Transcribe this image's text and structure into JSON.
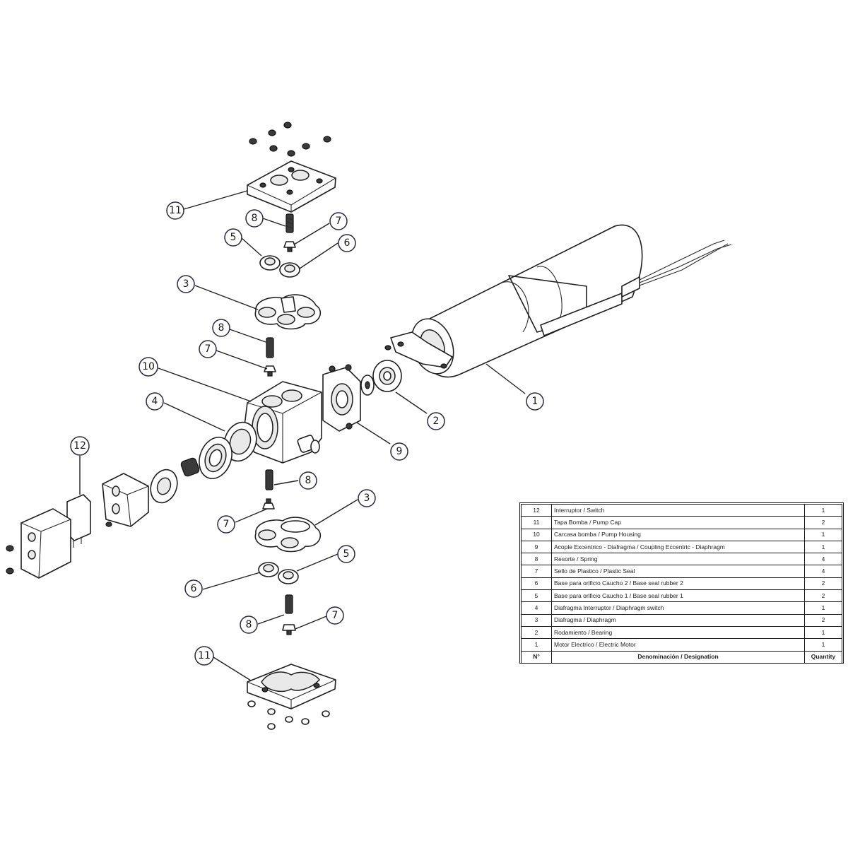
{
  "callouts": [
    {
      "label": "11"
    },
    {
      "label": "8"
    },
    {
      "label": "7"
    },
    {
      "label": "5"
    },
    {
      "label": "6"
    },
    {
      "label": "3"
    },
    {
      "label": "8"
    },
    {
      "label": "7"
    },
    {
      "label": "10"
    },
    {
      "label": "4"
    },
    {
      "label": "12"
    },
    {
      "label": "1"
    },
    {
      "label": "2"
    },
    {
      "label": "9"
    },
    {
      "label": "8"
    },
    {
      "label": "7"
    },
    {
      "label": "3"
    },
    {
      "label": "5"
    },
    {
      "label": "6"
    },
    {
      "label": "8"
    },
    {
      "label": "7"
    },
    {
      "label": "11"
    }
  ],
  "bom": {
    "header": {
      "number": "N°",
      "designation": "Denominación / Designation",
      "quantity": "Quantity"
    },
    "rows": [
      {
        "number": "12",
        "designation": "Interruptor / Switch",
        "quantity": "1"
      },
      {
        "number": "11",
        "designation": "Tapa Bomba / Pump Cap",
        "quantity": "2"
      },
      {
        "number": "10",
        "designation": "Carcasa bomba / Pump Housing",
        "quantity": "1"
      },
      {
        "number": "9",
        "designation": "Acople Excentrico - Diafragma / Coupling Eccentric - Diaphragm",
        "quantity": "1"
      },
      {
        "number": "8",
        "designation": "Resorte / Spring",
        "quantity": "4"
      },
      {
        "number": "7",
        "designation": "Sello de Plastico / Plastic Seal",
        "quantity": "4"
      },
      {
        "number": "6",
        "designation": "Base para orificio Caucho 2 / Base seal rubber 2",
        "quantity": "2"
      },
      {
        "number": "5",
        "designation": "Base para orificio Caucho 1 / Base seal rubber 1",
        "quantity": "2"
      },
      {
        "number": "4",
        "designation": "Diafragma Interruptor / Diaphragm switch",
        "quantity": "1"
      },
      {
        "number": "3",
        "designation": "Diafragma / Diaphragm",
        "quantity": "2"
      },
      {
        "number": "2",
        "designation": "Rodamiento / Bearing",
        "quantity": "1"
      },
      {
        "number": "1",
        "designation": "Motor Electrico / Electric Motor",
        "quantity": "1"
      }
    ]
  }
}
